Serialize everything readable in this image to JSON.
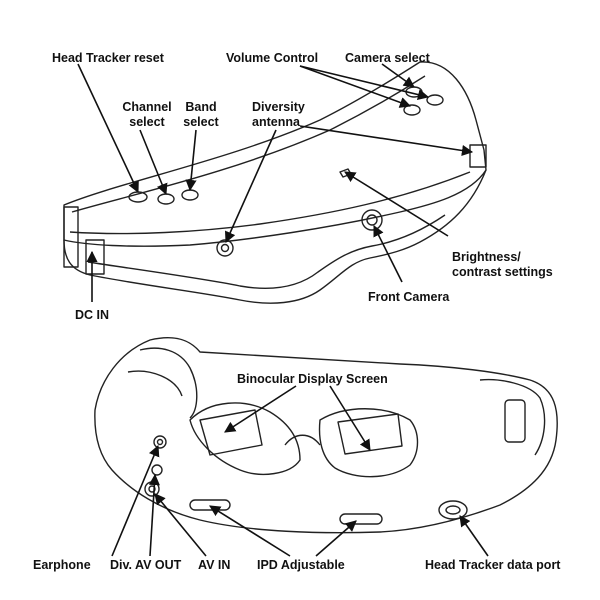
{
  "labels": {
    "head_tracker_reset": "Head Tracker reset",
    "volume_control": "Volume Control",
    "camera_select": "Camera select",
    "channel_select_1": "Channel",
    "channel_select_2": "select",
    "band_select_1": "Band",
    "band_select_2": "select",
    "diversity_antenna_1": "Diversity",
    "diversity_antenna_2": "antenna",
    "brightness_1": "Brightness/",
    "brightness_2": "contrast settings",
    "front_camera": "Front Camera",
    "dc_in": "DC IN",
    "binocular_display": "Binocular Display Screen",
    "earphone": "Earphone",
    "div_av_out": "Div. AV OUT",
    "av_in": "AV IN",
    "ipd_adjustable": "IPD Adjustable",
    "head_tracker_data_port": "Head Tracker data port"
  }
}
